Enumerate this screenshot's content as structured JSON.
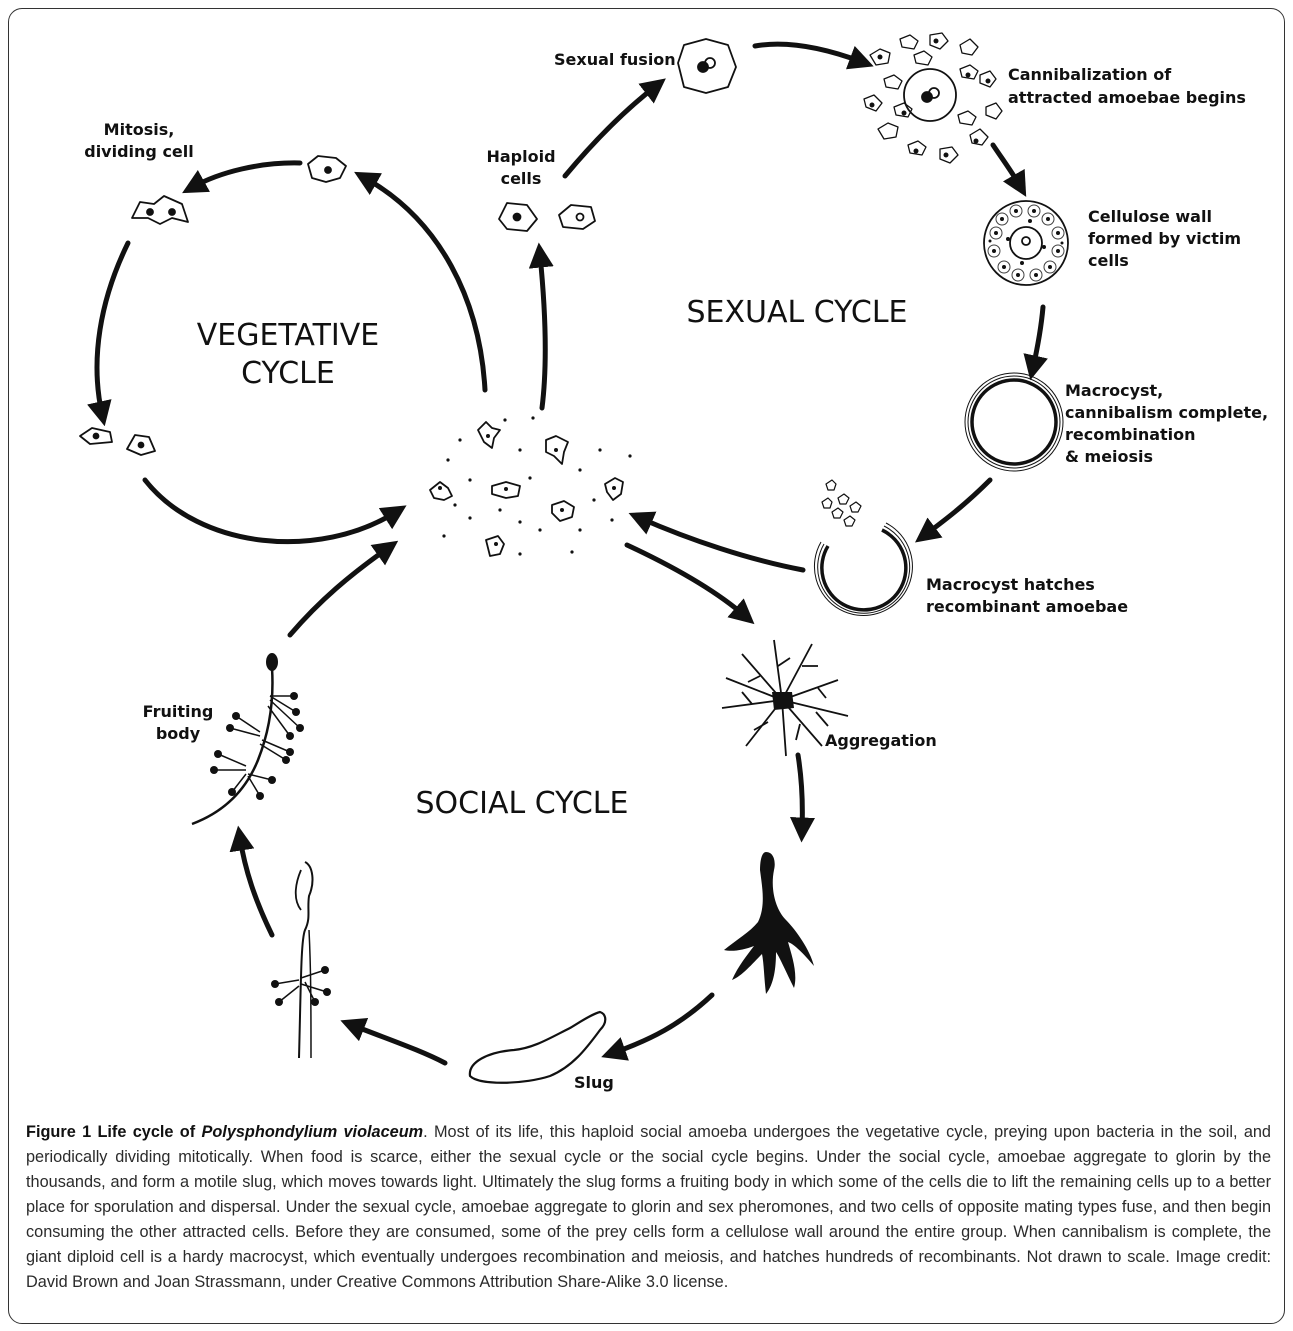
{
  "cycles": {
    "vegetative": [
      "VEGETATIVE",
      "CYCLE"
    ],
    "sexual": "SEXUAL CYCLE",
    "social": "SOCIAL CYCLE"
  },
  "labels": {
    "mitosis": [
      "Mitosis,",
      "dividing cell"
    ],
    "haploid": [
      "Haploid",
      "cells"
    ],
    "sexual_fusion": "Sexual fusion",
    "cannibalization": [
      "Cannibalization of",
      "attracted amoebae begins"
    ],
    "cellulose": [
      "Cellulose wall",
      "formed by victim",
      "cells"
    ],
    "macrocyst": [
      "Macrocyst,",
      "cannibalism complete,",
      "recombination",
      "& meiosis"
    ],
    "hatches": [
      "Macrocyst hatches",
      "recombinant amoebae"
    ],
    "aggregation": "Aggregation",
    "fruiting": [
      "Fruiting",
      "body"
    ],
    "slug": "Slug"
  },
  "caption": {
    "figure_label": "Figure 1 Life cycle of ",
    "species": "Polysphondylium violaceum",
    "period": ".",
    "body": " Most of its life, this haploid social amoeba undergoes the vegetative cycle, preying upon bacteria in the soil, and periodically dividing mitotically. When food is scarce, either the sexual cycle or the social cycle begins. Under the social cycle, amoebae aggregate to glorin by the thousands, and form a motile slug, which moves towards light. Ultimately the slug forms a fruiting body in which some of the cells die to lift the remaining cells up to a better place for sporulation and dispersal. Under the sexual cycle, amoebae aggregate to glorin and sex pheromones, and two cells of opposite mating types fuse, and then begin consuming the other attracted cells. Before they are consumed, some of the prey cells form a cellulose wall around the entire group. When cannibalism is complete, the giant diploid cell is a hardy macrocyst, which eventually undergoes recombination and meiosis, and hatches hundreds of recombinants. Not drawn to scale. Image credit: David Brown and Joan Strassmann, under Creative Commons Attribution Share-Alike 3.0 license."
  }
}
